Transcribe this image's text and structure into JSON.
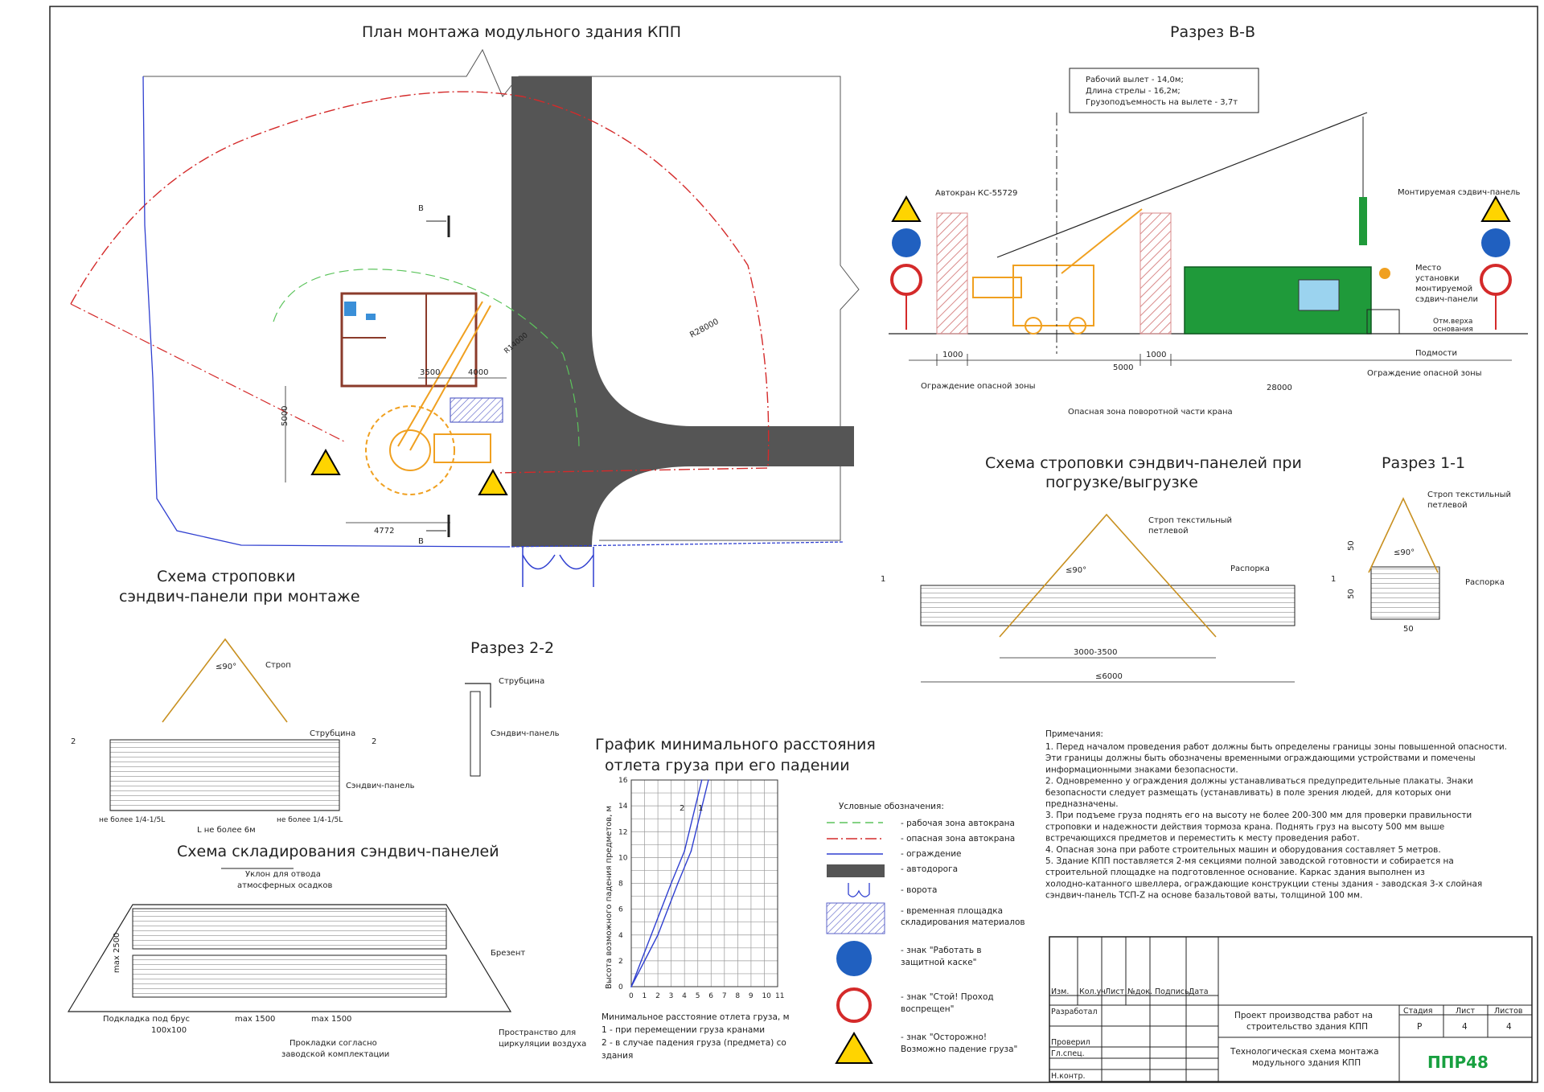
{
  "titles": {
    "plan": "План монтажа модульного здания КПП",
    "section_vv": "Разрез В-В",
    "sling_panels": "Схема строповки сэндвич-панелей при",
    "sling_panels_2": "погрузке/выгрузке",
    "section_11": "Разрез 1-1",
    "sling_mount_1": "Схема строповки",
    "sling_mount_2": "сэндвич-панели при монтаже",
    "section_22": "Разрез 2-2",
    "storage": "Схема складирования сэндвич-панелей",
    "graph_1": "График минимального расстояния",
    "graph_2": "отлета груза при его падении"
  },
  "plan": {
    "section_mark": "В",
    "radius_label": "R28000",
    "dim_3500": "3500",
    "dim_4000": "4000",
    "dim_5000": "5000",
    "dim_4772": "4772",
    "dim_r14": "R14000"
  },
  "section_vv": {
    "params_1": "Рабочий вылет - 14,0м;",
    "params_2": "Длина стрелы - 16,2м;",
    "params_3": "Грузоподъемность на вылете - 3,7т",
    "crane": "Автокран КС-55729",
    "panel": "Монтируемая сэдвич-панель",
    "place_1": "Место",
    "place_2": "установки",
    "place_3": "монтируемой",
    "place_4": "сэдвич-панели",
    "mark_1": "Отм.верха",
    "mark_2": "основания",
    "base": "Подмости",
    "fence_left": "Ограждение опасной зоны",
    "fence_right": "Ограждение опасной зоны",
    "danger_zone": "Опасная зона поворотной части крана",
    "d1000a": "1000",
    "d5000": "5000",
    "d1000b": "1000",
    "d28000": "28000"
  },
  "sling_panels": {
    "strop_1": "Строп текстильный",
    "strop_2": "петлевой",
    "spacer": "Распорка",
    "angle": "≤90°",
    "d1": "3000-3500",
    "d2": "≤6000",
    "mark": "1"
  },
  "section_11": {
    "strop_1": "Строп текстильный",
    "strop_2": "петлевой",
    "spacer": "Распорка",
    "angle": "≤90°",
    "d50a": "50",
    "d50b": "50",
    "d50c": "50"
  },
  "sling_mount": {
    "strop": "Строп",
    "clamp": "Струбцина",
    "panel": "Сэндвич-панель",
    "angle": "≤90°",
    "mark": "2",
    "left": "не более 1/4-1/5L",
    "right": "не более 1/4-1/5L",
    "length": "L не более 6м"
  },
  "section_22": {
    "clamp": "Струбцина",
    "panel": "Сэндвич-панель"
  },
  "storage": {
    "slope_1": "Уклон для отвода",
    "slope_2": "атмосферных осадков",
    "tarp": "Брезент",
    "max": "max 2500",
    "bar_1": "Подкладка под брус",
    "bar_2": "100х100",
    "m1": "max 1500",
    "m2": "max 1500",
    "pad_1": "Прокладки согласно",
    "pad_2": "заводской комплектации",
    "air_1": "Пространство для",
    "air_2": "циркуляции воздуха"
  },
  "graph": {
    "ylabel": "Высота возможного падения предметов, м",
    "x_ticks": [
      "0",
      "1",
      "2",
      "3",
      "4",
      "5",
      "6",
      "7",
      "8",
      "9",
      "10",
      "11"
    ],
    "y_ticks": [
      "0",
      "2",
      "4",
      "6",
      "8",
      "10",
      "12",
      "14",
      "16"
    ],
    "caption": "Минимальное расстояние отлета груза, м",
    "leg_1": "1 - при перемещении груза кранами",
    "leg_2a": "2 - в случае падения груза (предмета) со",
    "leg_2b": "здания",
    "curve_1": "1",
    "curve_2": "2"
  },
  "chart_data": {
    "type": "line",
    "title": "График минимального расстояния отлета груза при его падении",
    "xlabel": "Минимальное расстояние отлета груза, м",
    "ylabel": "Высота возможного падения предметов, м",
    "xlim": [
      0,
      11
    ],
    "ylim": [
      0,
      16
    ],
    "grid": true,
    "series": [
      {
        "name": "1",
        "x": [
          0,
          2,
          3.5,
          4.5,
          5.8
        ],
        "y": [
          0,
          4,
          8,
          10.5,
          16
        ]
      },
      {
        "name": "2",
        "x": [
          0,
          1.5,
          3,
          4,
          5.3
        ],
        "y": [
          0,
          4,
          8,
          10.5,
          16
        ]
      }
    ]
  },
  "legend": {
    "title": "Условные обозначения:",
    "items": [
      "- рабочая зона автокрана",
      "- опасная зона автокрана",
      "- ограждение",
      "- автодорога",
      "- ворота",
      "- временная площадка",
      "складирования материалов",
      "- знак \"Работать в",
      "защитной каске\"",
      "- знак \"Стой! Проход",
      "воспрещен\"",
      "- знак \"Осторожно!",
      "Возможно падение груза\""
    ]
  },
  "notes": {
    "title": "Примечания:",
    "lines": [
      "1. Перед началом проведения работ должны быть определены границы зоны повышенной опасности.",
      "Эти границы должны быть обозначены временными ограждающими устройствами и помечены",
      "информационными знаками безопасности.",
      "2. Одновременно у ограждения должны устанавливаться предупредительные плакаты. Знаки",
      "безопасности следует размещать (устанавливать) в поле зрения людей, для которых они",
      "предназначены.",
      "3. При подъеме груза поднять его на высоту не более 200-300 мм для проверки правильности",
      "строповки и надежности действия тормоза крана. Поднять груз на высоту 500 мм выше",
      "встречающихся предметов и переместить к месту проведения работ.",
      "4. Опасная зона при работе строительных машин и оборудования составляет 5 метров.",
      "5. Здание КПП поставляется 2-мя секциями полной заводской готовности и собирается на",
      "строительной площадке на подготовленное основание. Каркас здания выполнен из",
      "холодно-катанного швеллера, ограждающие конструкции стены здания - заводская 3-х слойная",
      "сэндвич-панель ТСП-Z на основе базальтовой ваты, толщиной 100 мм."
    ]
  },
  "stamp": {
    "h1": "Изм.",
    "h2": "Кол.уч",
    "h3": "Лист",
    "h4": "№док.",
    "h5": "Подпись",
    "h6": "Дата",
    "r1": "Разработал",
    "r2": "Проверил",
    "r3": "Гл.спец.",
    "r4": "Н.контр.",
    "project_1": "Проект производства работ на",
    "project_2": "строительство здания КПП",
    "sheet_title_1": "Технологическая схема монтажа",
    "sheet_title_2": "модульного здания КПП",
    "stage_h": "Стадия",
    "sheet_h": "Лист",
    "sheets_h": "Листов",
    "stage": "Р",
    "sheet": "4",
    "sheets": "4",
    "logo": "ППР48"
  },
  "colors": {
    "road": "#555555",
    "danger": "#d42a2a",
    "fence": "#2f3fd0",
    "work": "#5cc45c",
    "crane": "#f0a020",
    "panel_green": "#1f9a3a",
    "sling": "#c89020",
    "hatch": "#d98a8a",
    "storage_blue": "#5b63c8",
    "logo_green": "#18a040"
  }
}
